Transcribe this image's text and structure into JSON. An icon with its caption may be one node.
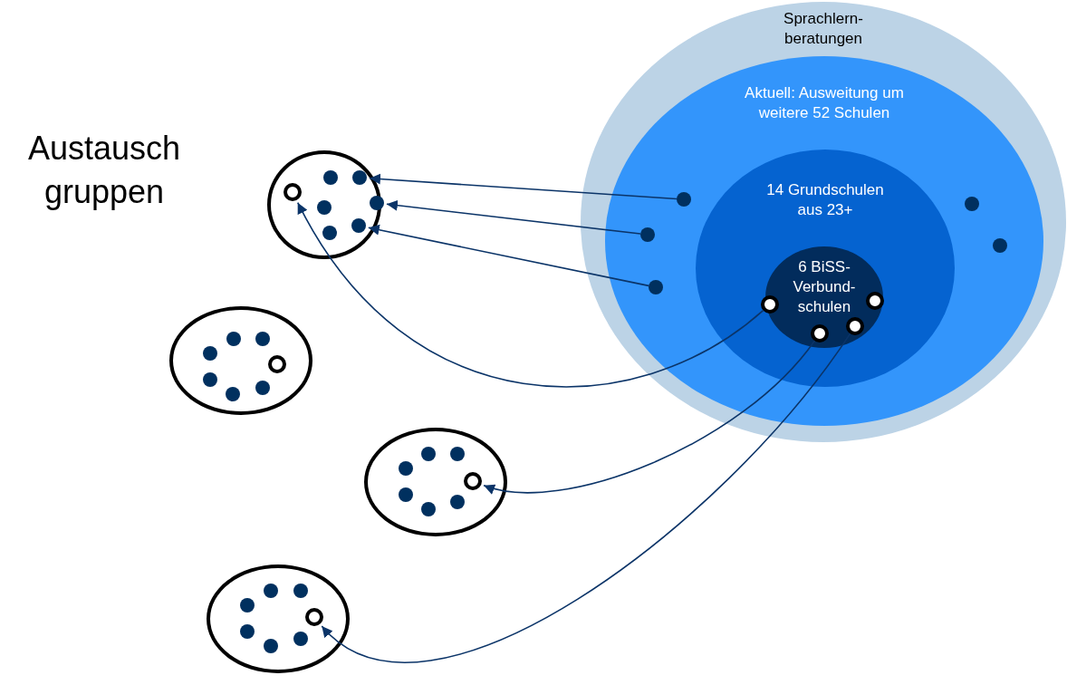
{
  "diagram": {
    "nodes": [
      {
        "text": [
          "Sprachlern- beratungen"
        ]
      },
      {
        "text": [
          "Aktuell: Ausweitung um weitere 52 Schulen"
        ],
        "in": 0
      },
      {
        "text": [
          "14 Grundschulen aus 23+"
        ],
        "in": 1
      },
      {
        "text": [
          "6 BiSS- Verbund- schulen"
        ],
        "in": 2
      },
      {
        "text": [],
        "shape": "circle",
        "in": 1
      },
      {
        "text": [],
        "shape": "circle",
        "in": 1
      },
      {
        "text": [],
        "shape": "circle",
        "in": 1
      },
      {
        "text": [],
        "shape": "circle",
        "in": 1
      },
      {
        "text": [],
        "shape": "circle",
        "in": 1
      },
      {
        "text": [],
        "shape": "ring",
        "in": 3
      },
      {
        "text": [],
        "shape": "ring",
        "in": 3
      },
      {
        "text": [],
        "shape": "ring",
        "in": 3
      },
      {
        "text": [],
        "shape": "ring",
        "in": 3
      },
      {
        "text": [],
        "shape": "ellipse"
      },
      {
        "text": [],
        "shape": "ring",
        "in": 13
      },
      {
        "text": [],
        "shape": "circle",
        "in": 13
      },
      {
        "text": [],
        "shape": "circle",
        "in": 13
      },
      {
        "text": [],
        "shape": "circle",
        "in": 13
      },
      {
        "text": [],
        "shape": "circle",
        "in": 13
      },
      {
        "text": [],
        "shape": "circle",
        "in": 13
      },
      {
        "text": [],
        "shape": "circle",
        "in": 13
      },
      {
        "text": [],
        "shape": "ellipse"
      },
      {
        "text": [],
        "shape": "circle",
        "in": 21
      },
      {
        "text": [],
        "shape": "circle",
        "in": 21
      },
      {
        "text": [],
        "shape": "circle",
        "in": 21
      },
      {
        "text": [],
        "shape": "ring",
        "in": 21
      },
      {
        "text": [],
        "shape": "circle",
        "in": 21
      },
      {
        "text": [],
        "shape": "circle",
        "in": 21
      },
      {
        "text": [],
        "shape": "circle",
        "in": 21
      },
      {
        "text": [],
        "shape": "ellipse"
      },
      {
        "text": [],
        "shape": "circle",
        "in": 29
      },
      {
        "text": [],
        "shape": "circle",
        "in": 29
      },
      {
        "text": [],
        "shape": "circle",
        "in": 29
      },
      {
        "text": [],
        "shape": "ring",
        "in": 29
      },
      {
        "text": [],
        "shape": "circle",
        "in": 29
      },
      {
        "text": [],
        "shape": "circle",
        "in": 29
      },
      {
        "text": [],
        "shape": "circle",
        "in": 29
      },
      {
        "text": [],
        "shape": "ellipse"
      },
      {
        "text": [],
        "shape": "circle",
        "in": 37
      },
      {
        "text": [],
        "shape": "circle",
        "in": 37
      },
      {
        "text": [],
        "shape": "circle",
        "in": 37
      },
      {
        "text": [],
        "shape": "ring",
        "in": 37
      },
      {
        "text": [],
        "shape": "circle",
        "in": 37
      },
      {
        "text": [],
        "shape": "circle",
        "in": 37
      },
      {
        "text": [],
        "shape": "circle",
        "in": 37
      }
    ],
    "edges": [
      {
        "from": 4,
        "to": 16,
        "arrow": "to"
      },
      {
        "from": 5,
        "to": 18,
        "arrow": "to"
      },
      {
        "from": 6,
        "to": 20,
        "arrow": "to"
      },
      {
        "from": 9,
        "to": 14,
        "arrow": "to"
      },
      {
        "from": 11,
        "to": 33,
        "arrow": "to"
      },
      {
        "from": 12,
        "to": 41,
        "arrow": "to"
      }
    ],
    "labels": [
      "Austausch gruppen"
    ]
  }
}
